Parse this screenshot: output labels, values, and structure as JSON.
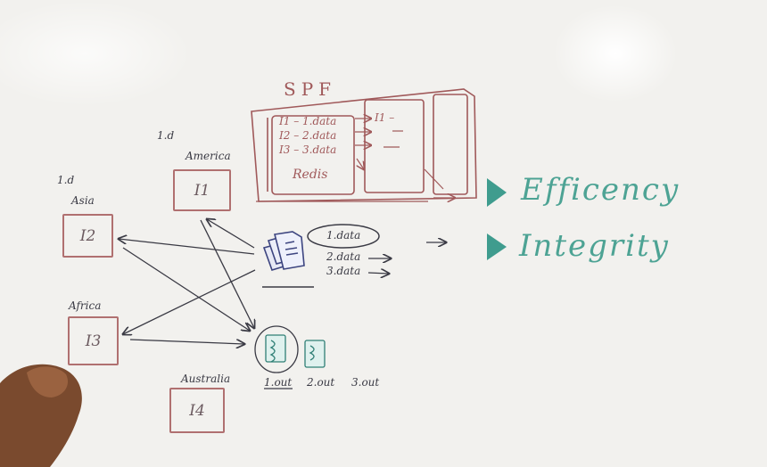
{
  "spf": {
    "title": "SPF",
    "cache_rows": [
      "I1 – 1.data",
      "I2 – 2.data",
      "I3 – 3.data"
    ],
    "cache_label": "Redis",
    "right_label": "I1 –"
  },
  "instances": [
    {
      "id_label": "1.d",
      "region": "America",
      "name": "I1"
    },
    {
      "id_label": "1.d",
      "region": "Asia",
      "name": "I2"
    },
    {
      "id_label": "",
      "region": "Africa",
      "name": "I3"
    },
    {
      "id_label": "",
      "region": "Australia",
      "name": "I4"
    }
  ],
  "data_files": [
    "1.data",
    "2.data",
    "3.data"
  ],
  "outputs": [
    "1.out",
    "2.out",
    "3.out"
  ],
  "goals": [
    "Efficency",
    "Integrity"
  ],
  "colors": {
    "ink": "#3a3a44",
    "red": "#a0595a",
    "teal": "#3f9c8e",
    "board": "#f2f1ee"
  }
}
